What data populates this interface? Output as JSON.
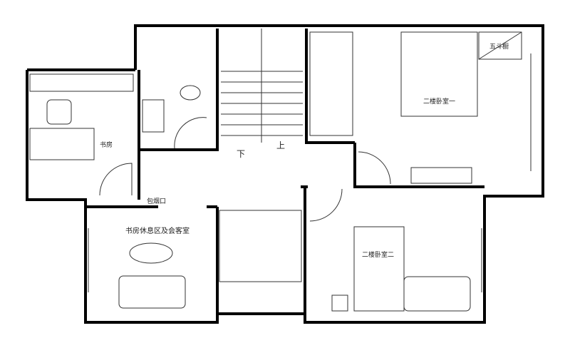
{
  "rooms": {
    "study": "书房",
    "lounge": "书房休息区及会客室",
    "bedroom1": "二楼卧室一",
    "bedroom2": "二楼卧室二",
    "dresser": "五斗橱",
    "flue": "包烟口"
  },
  "stairs": {
    "down": "下",
    "up": "上"
  },
  "colors": {
    "wall": "#000000",
    "line": "#333333"
  }
}
